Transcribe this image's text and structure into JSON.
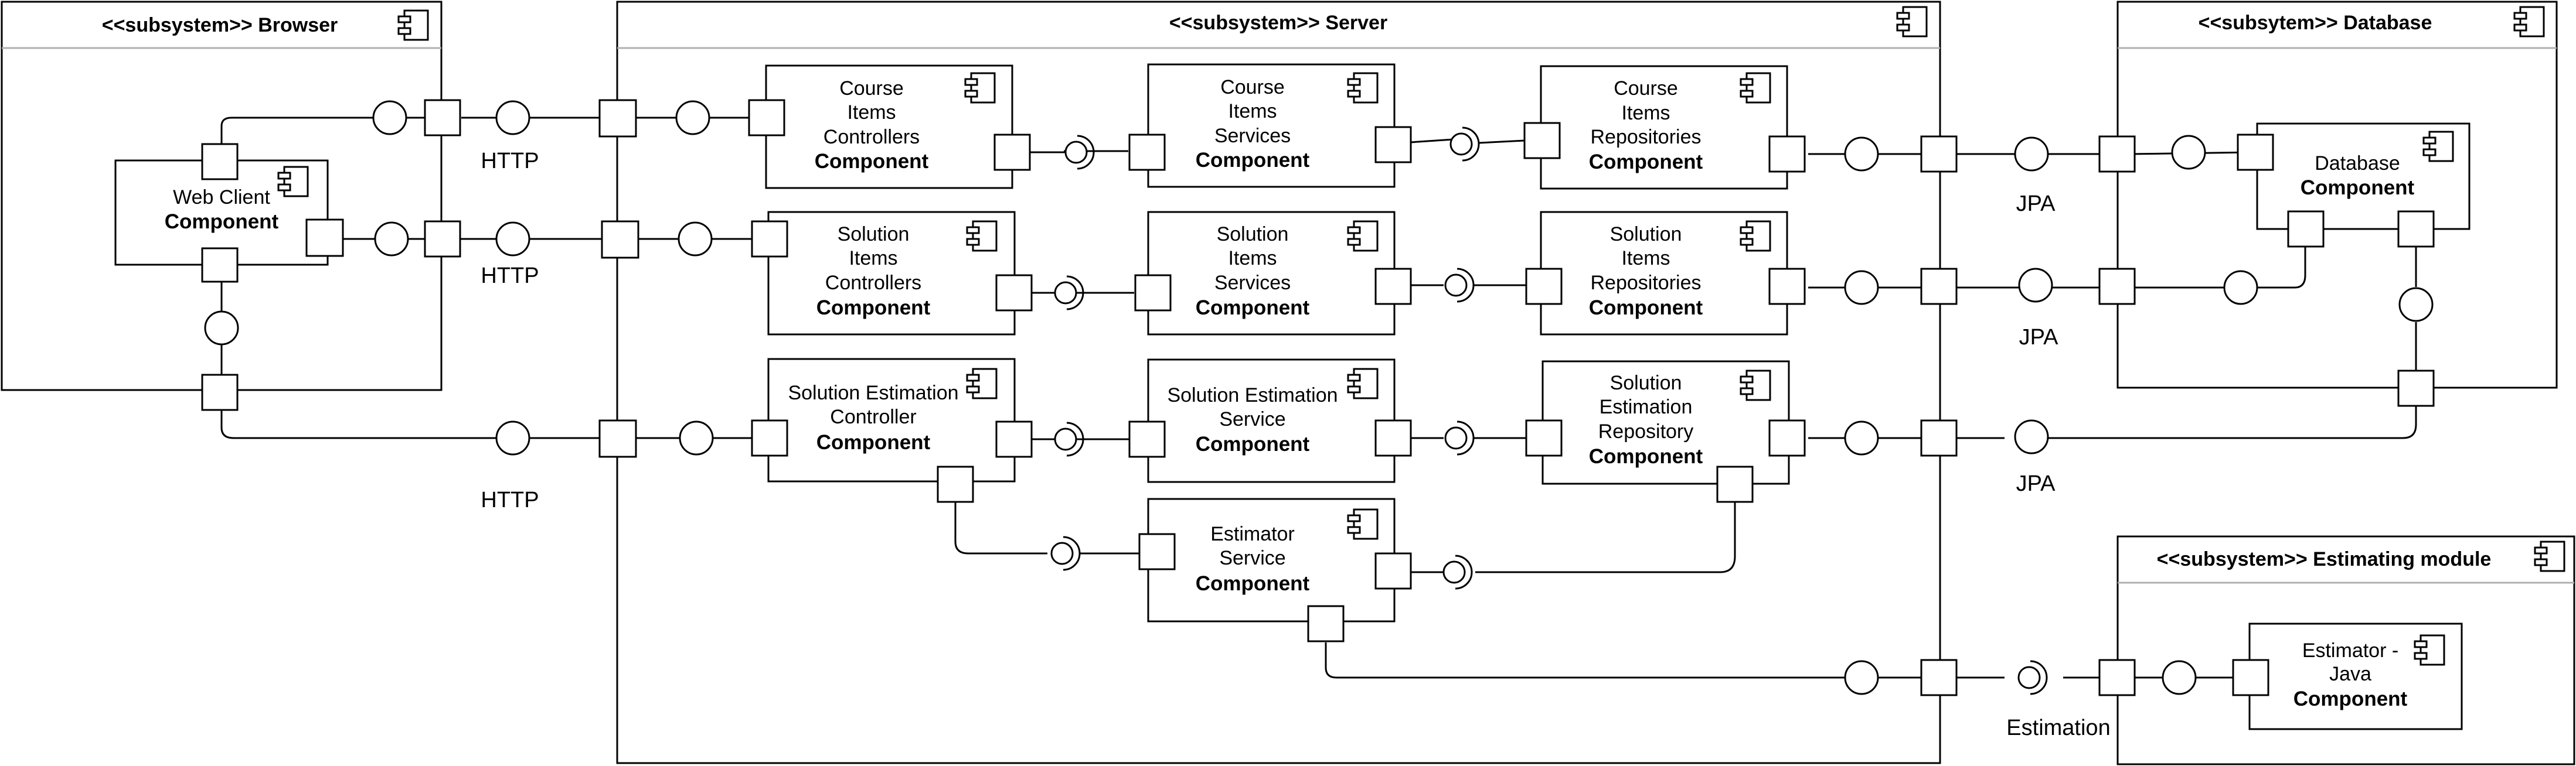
{
  "subsystems": {
    "browser": {
      "title": "<<subsystem>> Browser"
    },
    "server": {
      "title": "<<subsystem>> Server"
    },
    "database": {
      "title": "<<subsytem>> Database"
    },
    "estimating": {
      "title": "<<subsystem>> Estimating module"
    }
  },
  "components": {
    "web_client": {
      "lines": [
        "Web Client"
      ],
      "stereo": "Component"
    },
    "course_items_controllers": {
      "lines": [
        "Course",
        "Items",
        "Controllers"
      ],
      "stereo": "Component"
    },
    "course_items_services": {
      "lines": [
        "Course",
        "Items",
        "Services"
      ],
      "stereo": "Component"
    },
    "course_items_repositories": {
      "lines": [
        "Course",
        "Items",
        "Repositories"
      ],
      "stereo": "Component"
    },
    "solution_items_controllers": {
      "lines": [
        "Solution",
        "Items",
        "Controllers"
      ],
      "stereo": "Component"
    },
    "solution_items_services": {
      "lines": [
        "Solution",
        "Items",
        "Services"
      ],
      "stereo": "Component"
    },
    "solution_items_repositories": {
      "lines": [
        "Solution",
        "Items",
        "Repositories"
      ],
      "stereo": "Component"
    },
    "solution_estimation_controller": {
      "lines": [
        "Solution Estimation",
        "Controller"
      ],
      "stereo": "Component"
    },
    "solution_estimation_service": {
      "lines": [
        "Solution Estimation",
        "Service"
      ],
      "stereo": "Component"
    },
    "solution_estimation_repository": {
      "lines": [
        "Solution",
        "Estimation",
        "Repository"
      ],
      "stereo": "Component"
    },
    "estimator_service": {
      "lines": [
        "Estimator",
        "Service"
      ],
      "stereo": "Component"
    },
    "database": {
      "lines": [
        "Database"
      ],
      "stereo": "Component"
    },
    "estimator_java": {
      "lines": [
        "Estimator -",
        "Java"
      ],
      "stereo": "Component"
    }
  },
  "connector_labels": {
    "http_1": "HTTP",
    "http_2": "HTTP",
    "http_3": "HTTP",
    "jpa_1": "JPA",
    "jpa_2": "JPA",
    "jpa_3": "JPA",
    "estimation": "Estimation"
  }
}
